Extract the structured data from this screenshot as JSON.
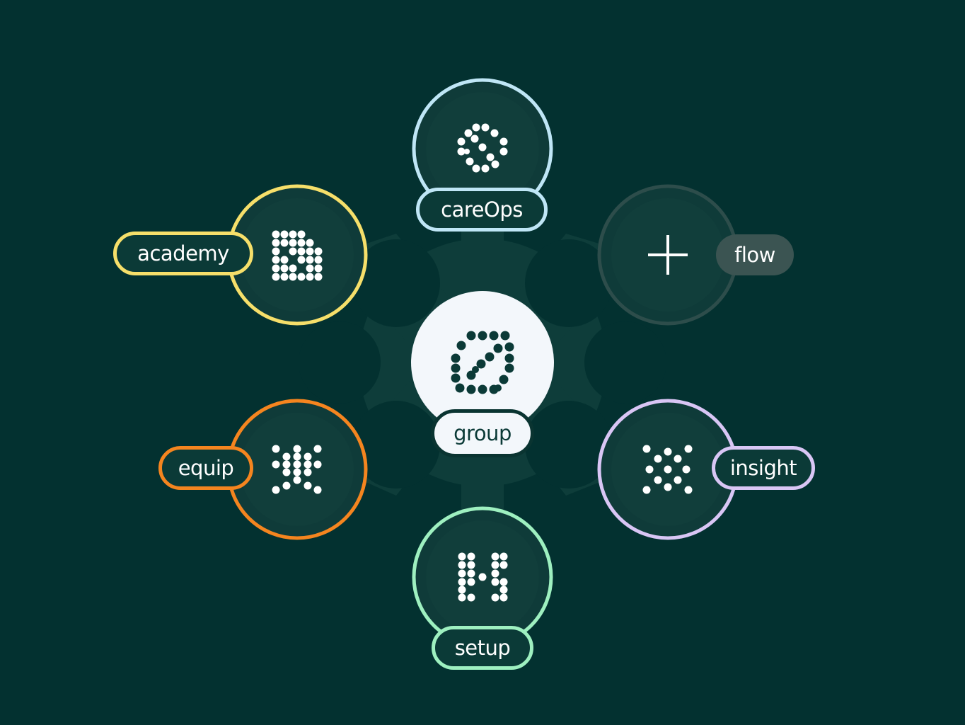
{
  "colors": {
    "background": "#033130",
    "node_fill": "#0f3b39",
    "node_inner": "#113e3b",
    "center_fill": "#f3f7fb",
    "careOps": "#bfe6f6",
    "academy": "#f6df6a",
    "flow": "#2d4d4b",
    "equip": "#f5851f",
    "insight": "#d9c6f5",
    "setup": "#9ef0c0"
  },
  "center": {
    "label": "group",
    "icon": "group-logo-icon"
  },
  "nodes": [
    {
      "id": "careOps",
      "label": "careOps",
      "icon": "careops-logo-icon"
    },
    {
      "id": "academy",
      "label": "academy",
      "icon": "academy-logo-icon"
    },
    {
      "id": "flow",
      "label": "flow",
      "icon": "plus-icon"
    },
    {
      "id": "equip",
      "label": "equip",
      "icon": "equip-logo-icon"
    },
    {
      "id": "insight",
      "label": "insight",
      "icon": "insight-logo-icon"
    },
    {
      "id": "setup",
      "label": "setup",
      "icon": "setup-logo-icon"
    }
  ]
}
